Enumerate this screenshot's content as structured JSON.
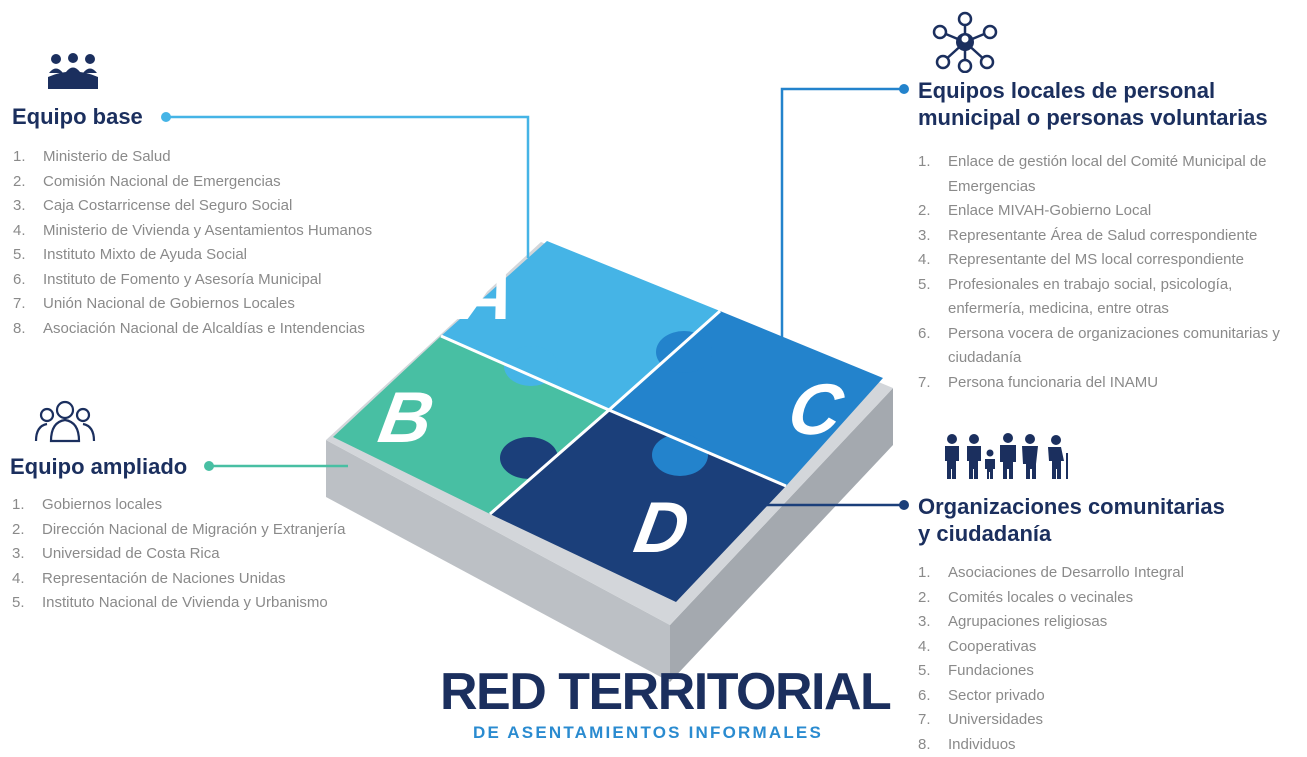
{
  "colors": {
    "piece_a": "#45b4e6",
    "piece_b": "#48bfa3",
    "piece_c": "#2383cc",
    "piece_d": "#1b3f7a",
    "base_top": "#d3d6da",
    "base_front": "#bcc0c5",
    "base_side": "#a4a9af",
    "heading": "#1b2f5e",
    "list_text": "#8a8a8a",
    "subtitle": "#2a8bd0"
  },
  "pieces": {
    "a": "A",
    "b": "B",
    "c": "C",
    "d": "D"
  },
  "sections": {
    "base": {
      "icon": "meeting-table-icon",
      "title": "Equipo base",
      "items": [
        {
          "n": "1.",
          "text": "Ministerio de Salud"
        },
        {
          "n": "2.",
          "text": "Comisión Nacional de Emergencias"
        },
        {
          "n": "3.",
          "text": "Caja Costarricense del Seguro Social"
        },
        {
          "n": "4.",
          "text": "Ministerio de Vivienda y Asentamientos Humanos"
        },
        {
          "n": "5.",
          "text": "Instituto Mixto de Ayuda Social"
        },
        {
          "n": "6.",
          "text": "Instituto de Fomento y Asesoría Municipal"
        },
        {
          "n": "7.",
          "text": "Unión Nacional de Gobiernos Locales"
        },
        {
          "n": "8.",
          "text": "Asociación Nacional de Alcaldías e Intendencias"
        }
      ]
    },
    "ampliado": {
      "icon": "group-outline-icon",
      "title": "Equipo ampliado",
      "items": [
        {
          "n": "1.",
          "text": "Gobiernos locales"
        },
        {
          "n": "2.",
          "text": "Dirección Nacional de Migración y Extranjería"
        },
        {
          "n": "3.",
          "text": "Universidad de Costa Rica"
        },
        {
          "n": "4.",
          "text": "Representación de Naciones Unidas"
        },
        {
          "n": "5.",
          "text": "Instituto Nacional de Vivienda y Urbanismo"
        }
      ]
    },
    "locales": {
      "icon": "network-people-icon",
      "title_line1": "Equipos locales de personal",
      "title_line2": "municipal o personas voluntarias",
      "items": [
        {
          "n": "1.",
          "text": "Enlace de gestión local del Comité Municipal de Emergencias"
        },
        {
          "n": "2.",
          "text": "Enlace MIVAH-Gobierno Local"
        },
        {
          "n": "3.",
          "text": "Representante Área de Salud correspondiente"
        },
        {
          "n": "4.",
          "text": "Representante del MS local correspondiente"
        },
        {
          "n": "5.",
          "text": "Profesionales en trabajo social, psicología, enfermería, medicina, entre otras"
        },
        {
          "n": "6.",
          "text": "Persona vocera de organizaciones comunitarias y ciudadanía"
        },
        {
          "n": "7.",
          "text": "Persona funcionaria del INAMU"
        }
      ]
    },
    "organizaciones": {
      "icon": "family-people-icon",
      "title_line1": "Organizaciones comunitarias",
      "title_line2": "y ciudadanía",
      "items": [
        {
          "n": "1.",
          "text": "Asociaciones de Desarrollo Integral"
        },
        {
          "n": "2.",
          "text": "Comités locales o vecinales"
        },
        {
          "n": "3.",
          "text": "Agrupaciones religiosas"
        },
        {
          "n": "4.",
          "text": "Cooperativas"
        },
        {
          "n": "5.",
          "text": "Fundaciones"
        },
        {
          "n": "6.",
          "text": "Sector privado"
        },
        {
          "n": "7.",
          "text": "Universidades"
        },
        {
          "n": "8.",
          "text": "Individuos"
        }
      ]
    }
  },
  "title": {
    "main": "RED TERRITORIAL",
    "sub": "DE ASENTAMIENTOS INFORMALES"
  }
}
